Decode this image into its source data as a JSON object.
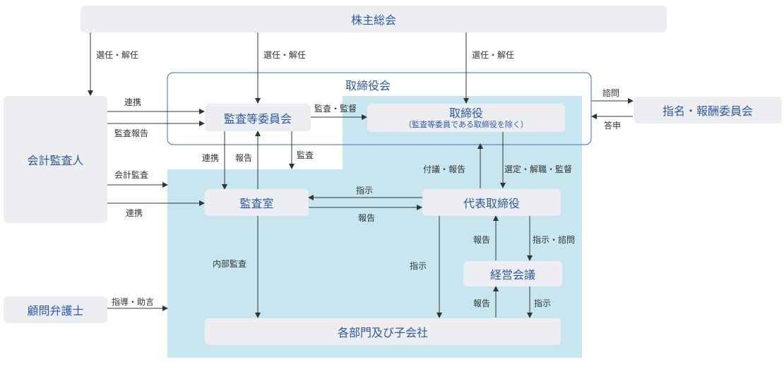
{
  "colors": {
    "box_bg": "#eceef2",
    "box_text": "#2b5aa8",
    "region_fill": "#c8e6f0",
    "frame_stroke": "#3c6fb4",
    "arrow": "#333333"
  },
  "nodes": {
    "shareholders": "株主総会",
    "board": "取締役会",
    "auditor": "会計監査人",
    "audit_committee": "監査等委員会",
    "directors": "取締役",
    "directors_note": "（監査等委員である取締役を除く）",
    "nomination": "指名・報酬委員会",
    "audit_office": "監査室",
    "ceo": "代表取締役",
    "management": "経営会議",
    "divisions": "各部門及び子会社",
    "counsel": "顧問弁護士"
  },
  "edges": {
    "elect1": "選任・解任",
    "elect2": "選任・解任",
    "elect3": "選任・解任",
    "consult": "諮問",
    "reply": "答申",
    "coop1": "連携",
    "audit_report": "監査報告",
    "accounting_audit": "会計監査",
    "coop2": "連携",
    "supervise": "監査・監督",
    "coop3": "連携",
    "report1": "報告",
    "audit": "監査",
    "refer_report": "付議・報告",
    "appoint": "選定・解職・監督",
    "instruct1": "指示",
    "report2": "報告",
    "internal_audit": "内部監査",
    "instruct2": "指示",
    "report3": "報告",
    "instruct_consult": "指示・諮問",
    "report4": "報告",
    "instruct3": "指示",
    "guidance": "指導・助言"
  }
}
